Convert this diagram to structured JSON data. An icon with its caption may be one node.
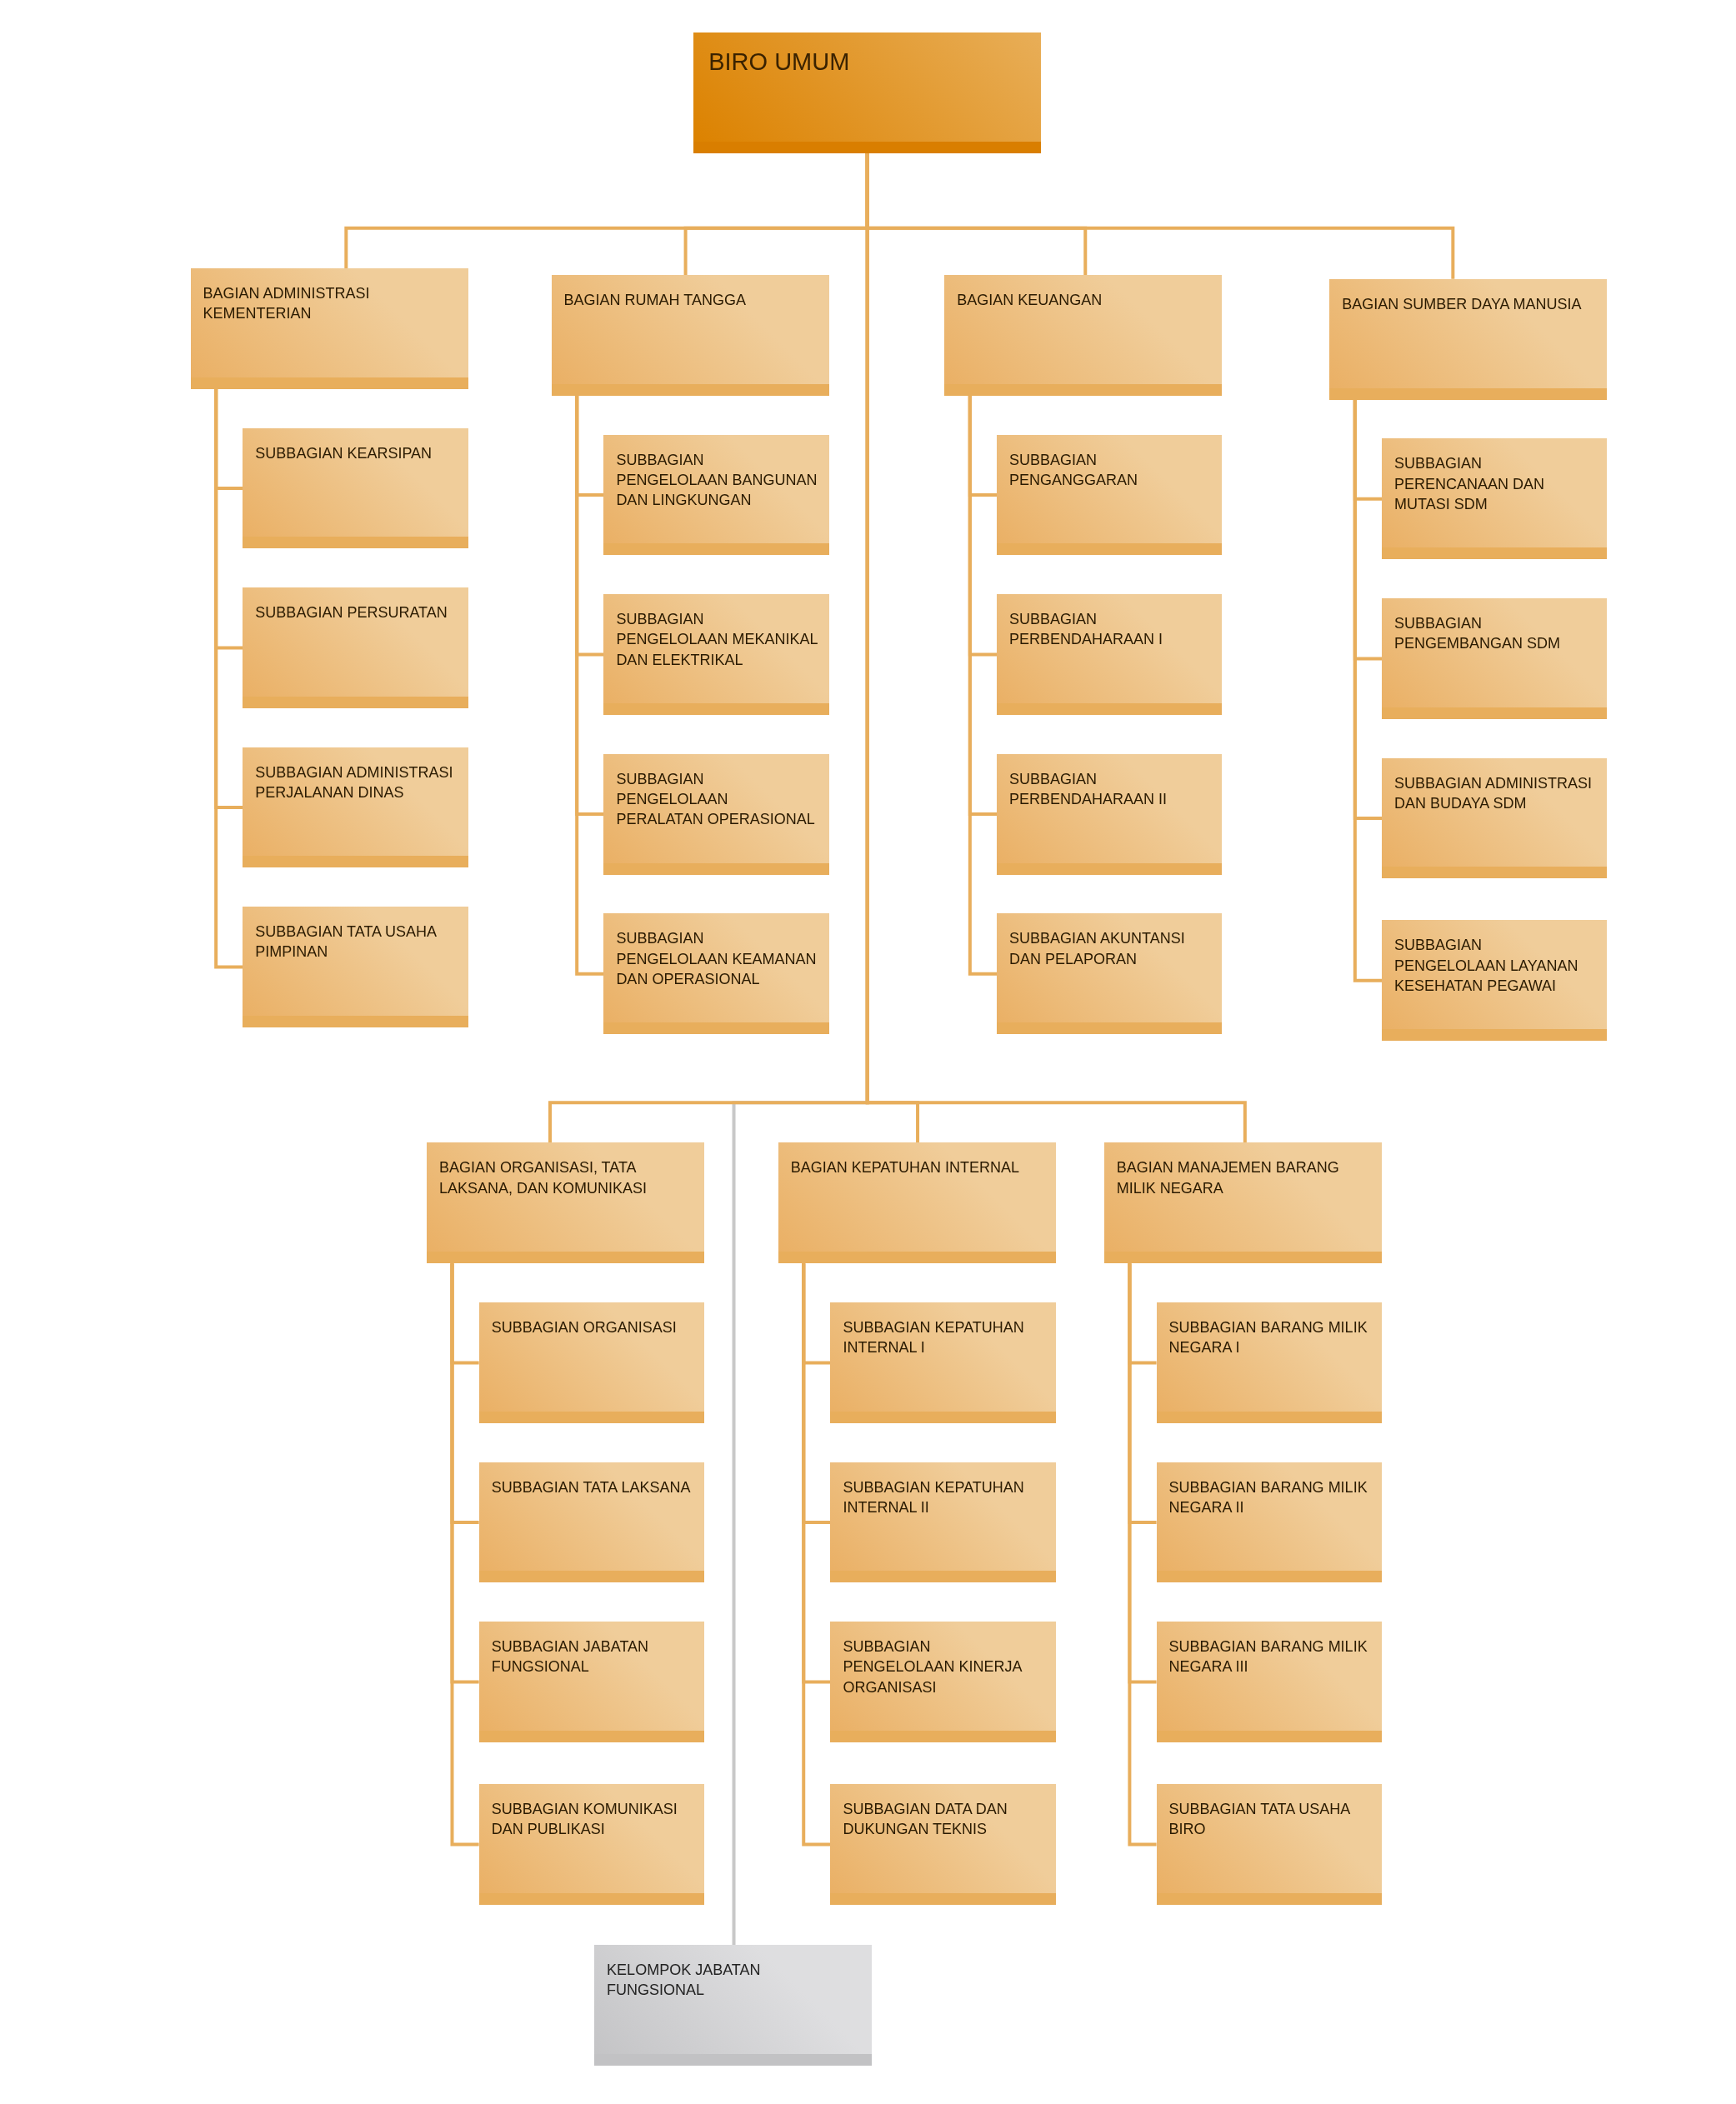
{
  "diagram": {
    "nodes": [
      {
        "text": [
          "BIRO UMUM"
        ]
      },
      {
        "text": [
          "BAGIAN ADMINISTRASI KEMENTERIAN"
        ]
      },
      {
        "text": [
          "SUBBAGIAN KEARSIPAN"
        ]
      },
      {
        "text": [
          "SUBBAGIAN PERSURATAN"
        ]
      },
      {
        "text": [
          "SUBBAGIAN ADMINISTRASI PERJALANAN DINAS"
        ]
      },
      {
        "text": [
          "SUBBAGIAN TATA USAHA PIMPINAN"
        ]
      },
      {
        "text": [
          "BAGIAN RUMAH TANGGA"
        ]
      },
      {
        "text": [
          "SUBBAGIAN PENGELOLAAN BANGUNAN DAN LINGKUNGAN"
        ]
      },
      {
        "text": [
          "SUBBAGIAN PENGELOLAAN MEKANIKAL DAN ELEKTRIKAL"
        ]
      },
      {
        "text": [
          "SUBBAGIAN PENGELOLAAN PERALATAN OPERASIONAL"
        ]
      },
      {
        "text": [
          "SUBBAGIAN PENGELOLAAN KEAMANAN DAN OPERASIONAL"
        ]
      },
      {
        "text": [
          "BAGIAN KEUANGAN"
        ]
      },
      {
        "text": [
          "SUBBAGIAN PENGANGGARAN"
        ]
      },
      {
        "text": [
          "SUBBAGIAN PERBENDAHARAAN I"
        ]
      },
      {
        "text": [
          "SUBBAGIAN PERBENDAHARAAN II"
        ]
      },
      {
        "text": [
          "SUBBAGIAN AKUNTANSI DAN PELAPORAN"
        ]
      },
      {
        "text": [
          "BAGIAN SUMBER DAYA MANUSIA"
        ]
      },
      {
        "text": [
          "SUBBAGIAN PERENCANAAN DAN MUTASI SDM"
        ]
      },
      {
        "text": [
          "SUBBAGIAN PENGEMBANGAN SDM"
        ]
      },
      {
        "text": [
          "SUBBAGIAN ADMINISTRASI DAN BUDAYA SDM"
        ]
      },
      {
        "text": [
          "SUBBAGIAN PENGELOLAAN LAYANAN KESEHATAN PEGAWAI"
        ]
      },
      {
        "text": [
          "BAGIAN ORGANISASI, TATA LAKSANA, DAN KOMUNIKASI"
        ]
      },
      {
        "text": [
          "SUBBAGIAN ORGANISASI"
        ]
      },
      {
        "text": [
          "SUBBAGIAN TATA LAKSANA"
        ]
      },
      {
        "text": [
          "SUBBAGIAN JABATAN FUNGSIONAL"
        ]
      },
      {
        "text": [
          "SUBBAGIAN KOMUNIKASI DAN PUBLIKASI"
        ]
      },
      {
        "text": [
          "BAGIAN KEPATUHAN INTERNAL"
        ]
      },
      {
        "text": [
          "SUBBAGIAN KEPATUHAN INTERNAL I"
        ]
      },
      {
        "text": [
          "SUBBAGIAN KEPATUHAN INTERNAL II"
        ]
      },
      {
        "text": [
          "SUBBAGIAN PENGELOLAAN KINERJA ORGANISASI"
        ]
      },
      {
        "text": [
          "SUBBAGIAN DATA DAN DUKUNGAN TEKNIS"
        ]
      },
      {
        "text": [
          "BAGIAN MANAJEMEN BARANG MILIK NEGARA"
        ]
      },
      {
        "text": [
          "SUBBAGIAN BARANG MILIK NEGARA I"
        ]
      },
      {
        "text": [
          "SUBBAGIAN BARANG MILIK NEGARA II"
        ]
      },
      {
        "text": [
          "SUBBAGIAN BARANG MILIK NEGARA III"
        ]
      },
      {
        "text": [
          "SUBBAGIAN TATA USAHA BIRO"
        ]
      },
      {
        "text": [
          "KELOMPOK JABATAN FUNGSIONAL"
        ]
      }
    ],
    "edges": [
      {
        "from": 0,
        "to": 36,
        "arrow": "none",
        "color": "#c8c8c8"
      },
      {
        "from": 0,
        "to": 1,
        "arrow": "none"
      },
      {
        "from": 1,
        "to": 2,
        "arrow": "none"
      },
      {
        "from": 1,
        "to": 3,
        "arrow": "none"
      },
      {
        "from": 1,
        "to": 4,
        "arrow": "none"
      },
      {
        "from": 1,
        "to": 5,
        "arrow": "none"
      },
      {
        "from": 0,
        "to": 6,
        "arrow": "none"
      },
      {
        "from": 6,
        "to": 7,
        "arrow": "none"
      },
      {
        "from": 6,
        "to": 8,
        "arrow": "none"
      },
      {
        "from": 6,
        "to": 9,
        "arrow": "none"
      },
      {
        "from": 6,
        "to": 10,
        "arrow": "none"
      },
      {
        "from": 0,
        "to": 11,
        "arrow": "none"
      },
      {
        "from": 11,
        "to": 12,
        "arrow": "none"
      },
      {
        "from": 11,
        "to": 13,
        "arrow": "none"
      },
      {
        "from": 11,
        "to": 14,
        "arrow": "none"
      },
      {
        "from": 11,
        "to": 15,
        "arrow": "none"
      },
      {
        "from": 0,
        "to": 16,
        "arrow": "none"
      },
      {
        "from": 16,
        "to": 17,
        "arrow": "none"
      },
      {
        "from": 16,
        "to": 18,
        "arrow": "none"
      },
      {
        "from": 16,
        "to": 19,
        "arrow": "none"
      },
      {
        "from": 16,
        "to": 20,
        "arrow": "none"
      },
      {
        "from": 0,
        "to": 21,
        "arrow": "none"
      },
      {
        "from": 21,
        "to": 22,
        "arrow": "none"
      },
      {
        "from": 21,
        "to": 23,
        "arrow": "none"
      },
      {
        "from": 21,
        "to": 24,
        "arrow": "none"
      },
      {
        "from": 21,
        "to": 25,
        "arrow": "none"
      },
      {
        "from": 0,
        "to": 26,
        "arrow": "none"
      },
      {
        "from": 26,
        "to": 27,
        "arrow": "none"
      },
      {
        "from": 26,
        "to": 28,
        "arrow": "none"
      },
      {
        "from": 26,
        "to": 29,
        "arrow": "none"
      },
      {
        "from": 26,
        "to": 30,
        "arrow": "none"
      },
      {
        "from": 0,
        "to": 31,
        "arrow": "none"
      },
      {
        "from": 31,
        "to": 32,
        "arrow": "none"
      },
      {
        "from": 31,
        "to": 33,
        "arrow": "none"
      },
      {
        "from": 31,
        "to": 34,
        "arrow": "none"
      },
      {
        "from": 31,
        "to": 35,
        "arrow": "none"
      }
    ]
  }
}
